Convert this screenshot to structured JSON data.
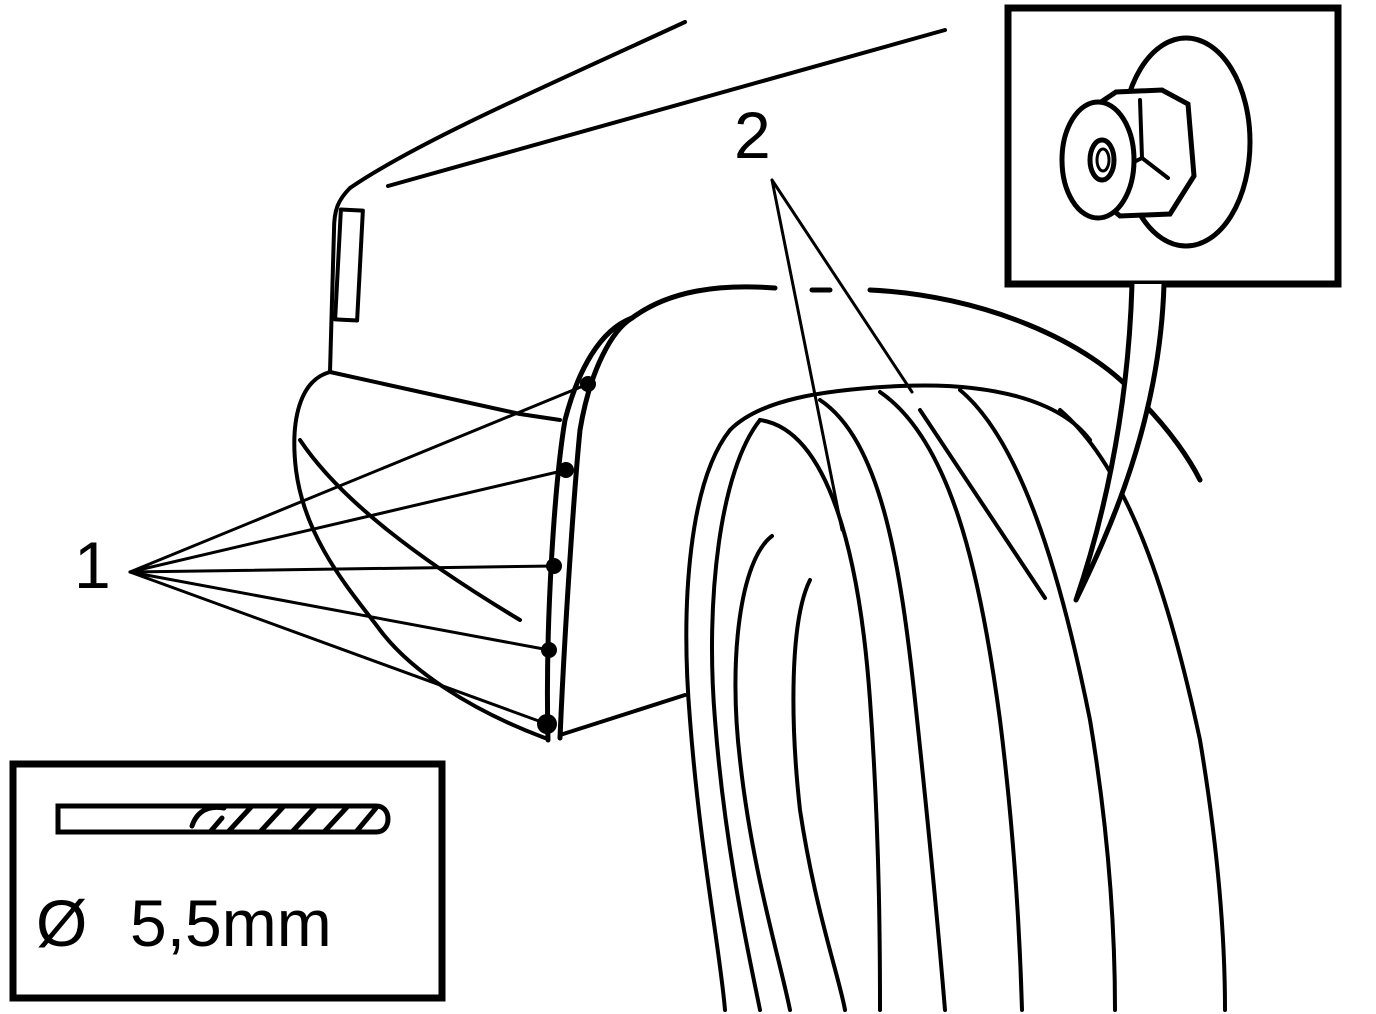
{
  "callouts": {
    "fasteners": "1",
    "tire": "2"
  },
  "drill_spec": {
    "diameter_symbol": "Ø",
    "size": "5,5mm"
  },
  "colors": {
    "ink": "#000000",
    "paper": "#ffffff"
  }
}
